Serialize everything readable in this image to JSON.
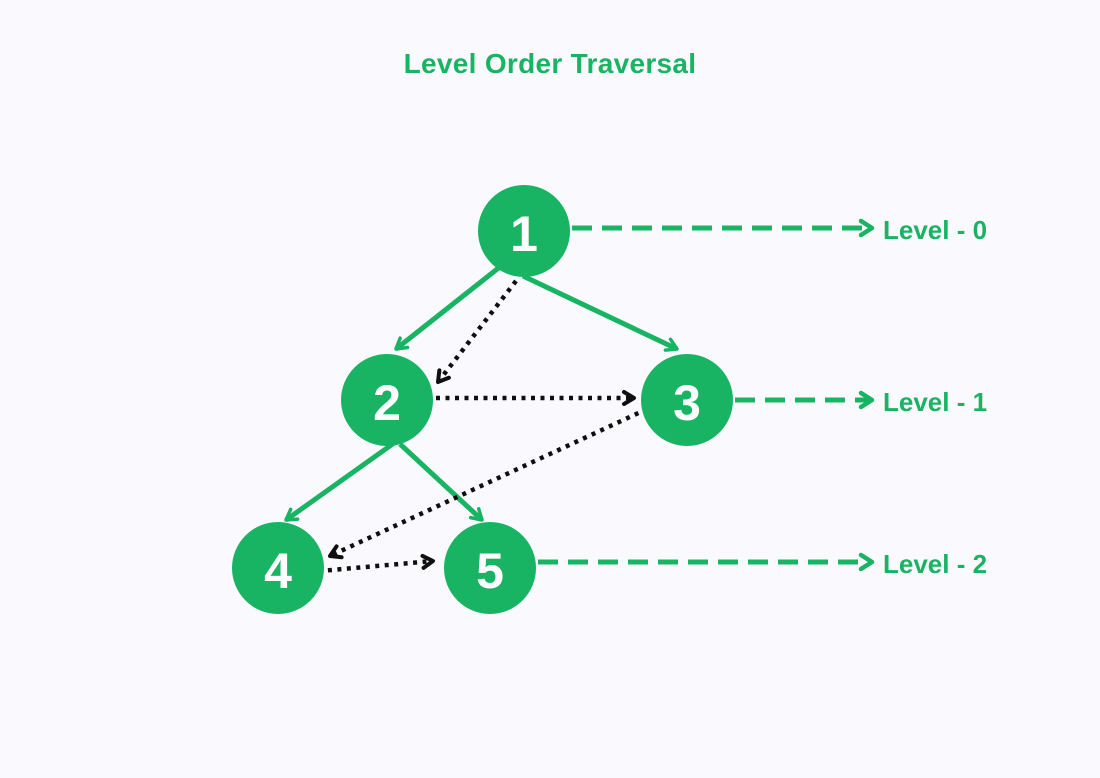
{
  "title": "Level Order Traversal",
  "colors": {
    "green": "#19B463",
    "arrow_black": "#0F0F0F",
    "background": "#FAFAFE",
    "node_text": "#FFFFFF"
  },
  "tree": {
    "nodes": [
      {
        "label": "1",
        "level": 0
      },
      {
        "label": "2",
        "level": 1
      },
      {
        "label": "3",
        "level": 1
      },
      {
        "label": "4",
        "level": 2
      },
      {
        "label": "5",
        "level": 2
      }
    ],
    "edges": [
      {
        "from": "1",
        "to": "2"
      },
      {
        "from": "1",
        "to": "3"
      },
      {
        "from": "2",
        "to": "4"
      },
      {
        "from": "2",
        "to": "5"
      }
    ],
    "traversal_order": [
      "1",
      "2",
      "3",
      "4",
      "5"
    ],
    "traversal_arrows": [
      {
        "from": "1",
        "to": "2"
      },
      {
        "from": "2",
        "to": "3"
      },
      {
        "from": "3",
        "to": "4"
      },
      {
        "from": "4",
        "to": "5"
      }
    ]
  },
  "levels": [
    {
      "label": "Level - 0"
    },
    {
      "label": "Level - 1"
    },
    {
      "label": "Level - 2"
    }
  ]
}
